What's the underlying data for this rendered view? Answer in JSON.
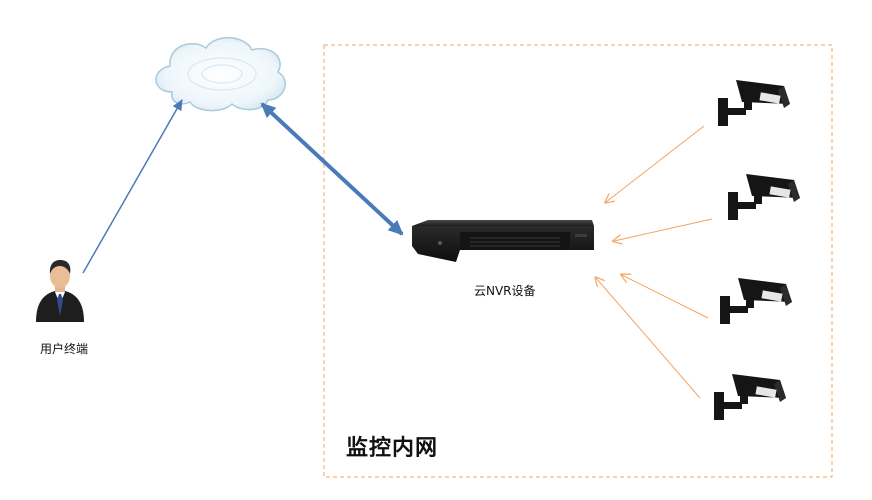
{
  "diagram": {
    "nodes": {
      "cloud": {
        "icon": "cloud-icon"
      },
      "user": {
        "label": "用户终端",
        "icon": "user-icon"
      },
      "nvr": {
        "label": "云NVR设备",
        "icon": "nvr-device-icon"
      },
      "cameras": [
        {
          "icon": "camera-icon"
        },
        {
          "icon": "camera-icon"
        },
        {
          "icon": "camera-icon"
        },
        {
          "icon": "camera-icon"
        }
      ]
    },
    "zone": {
      "label": "监控内网"
    },
    "colors": {
      "zone_border": "#f4a460",
      "camera_arrows": "#f4a460",
      "network_arrows": "#4a7ab8",
      "cloud_fill": "#eef6fb",
      "cloud_stroke": "#a9c9dc",
      "device_body": "#1b1b1b"
    }
  }
}
